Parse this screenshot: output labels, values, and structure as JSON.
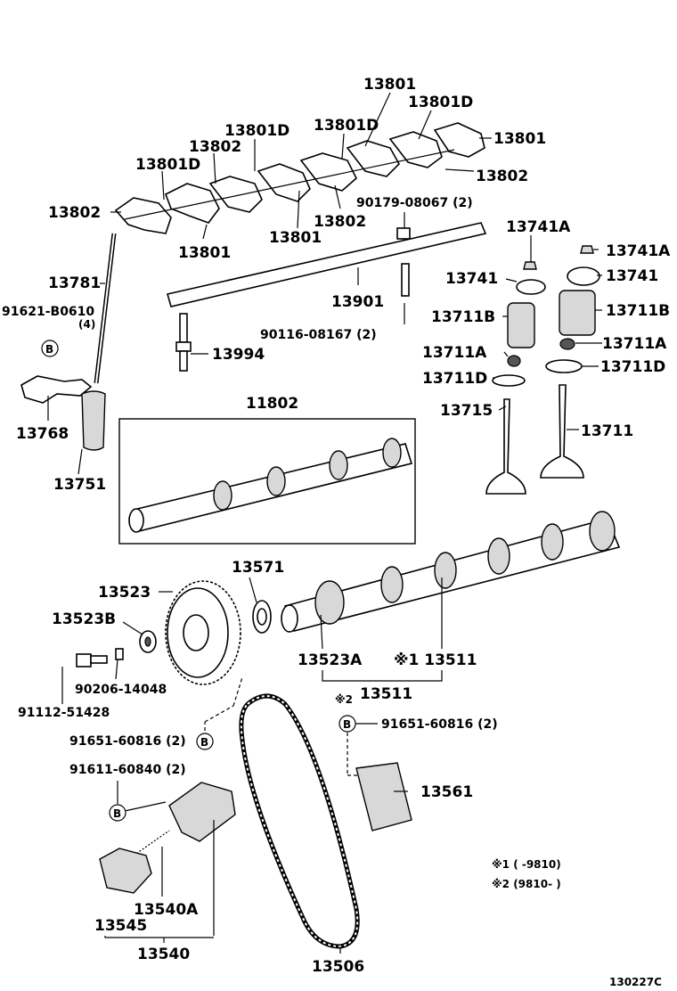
{
  "diagram_id": "130227C",
  "labels": {
    "p13801_top": "13801",
    "p13801D_top": "13801D",
    "p13801_right": "13801",
    "p13801D_mid": "13801D",
    "p13801D_left2": "13801D",
    "p13802_mid": "13802",
    "p13802_right": "13802",
    "p13801D_left": "13801D",
    "p13802_left": "13802",
    "p13801_bottomleft": "13801",
    "p13801_bottommid": "13801",
    "p13802_bottom": "13802",
    "p90179": "90179-08067 (2)",
    "p13741A_l": "13741A",
    "p13741A_r": "13741A",
    "p13781": "13781",
    "p13901": "13901",
    "p13741_l": "13741",
    "p13741_r": "13741",
    "p91621": "91621-B0610",
    "p91621_qty": "(4)",
    "p90116": "90116-08167 (2)",
    "p13711B_l": "13711B",
    "p13711B_r": "13711B",
    "p13994": "13994",
    "p13711A_l": "13711A",
    "p13711A_r": "13711A",
    "p13711D_l": "13711D",
    "p13711D_r": "13711D",
    "p13768": "13768",
    "p11802": "11802",
    "p13715": "13715",
    "p13711": "13711",
    "p13751": "13751",
    "p13571": "13571",
    "p13523": "13523",
    "p13523B": "13523B",
    "p13523A": "13523A",
    "p13511_note": "※1 13511",
    "p90206": "90206-14048",
    "p91112": "91112-51428",
    "p13511": "13511",
    "p13511_mark": "※2",
    "p91651_r": "91651-60816 (2)",
    "p91651_l": "91651-60816 (2)",
    "p91611": "91611-60840 (2)",
    "p13561": "13561",
    "p13540A": "13540A",
    "p13545": "13545",
    "p13540": "13540",
    "p13506": "13506",
    "note1": "※1 (      -9810)",
    "note2": "※2 (9810-      )",
    "b_marker": "B"
  }
}
